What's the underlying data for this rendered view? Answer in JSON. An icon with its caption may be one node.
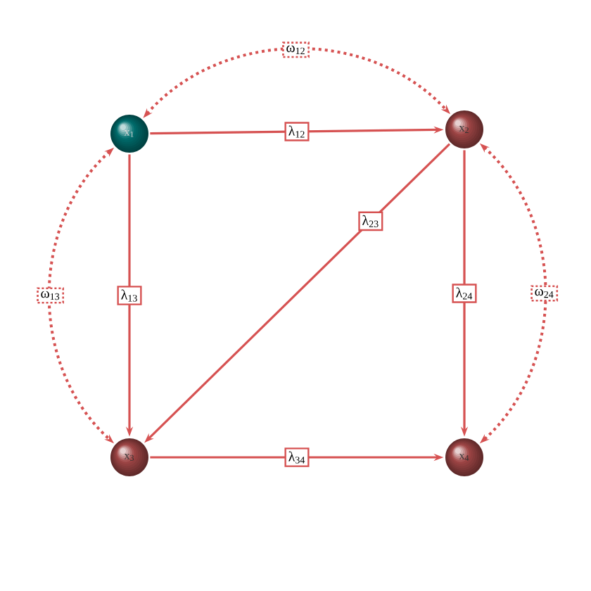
{
  "diagram": {
    "nodes": [
      {
        "text": [
          "x$_{1}$"
        ]
      },
      {
        "text": [
          "x$_{2}$"
        ]
      },
      {
        "text": [
          "x$_{3}$"
        ]
      },
      {
        "text": [
          "x$_{4}$"
        ]
      }
    ],
    "edges": [
      {
        "from": 0,
        "to": 1,
        "arrow": "to",
        "label": "λ$_{12}$"
      },
      {
        "from": 0,
        "to": 2,
        "arrow": "to",
        "label": "λ$_{13}$"
      },
      {
        "from": 1,
        "to": 2,
        "arrow": "to",
        "label": "λ$_{23}$"
      },
      {
        "from": 1,
        "to": 3,
        "arrow": "to",
        "label": "λ$_{24}$"
      },
      {
        "from": 2,
        "to": 3,
        "arrow": "to",
        "label": "λ$_{34}$"
      },
      {
        "from": 0,
        "to": 1,
        "arrow": "both",
        "label": "ω$_{12}$",
        "style": "dashed"
      },
      {
        "from": 0,
        "to": 2,
        "arrow": "both",
        "label": "ω$_{13}$",
        "style": "dashed"
      },
      {
        "from": 1,
        "to": 3,
        "arrow": "both",
        "label": "ω$_{24}$",
        "style": "dashed"
      }
    ]
  }
}
